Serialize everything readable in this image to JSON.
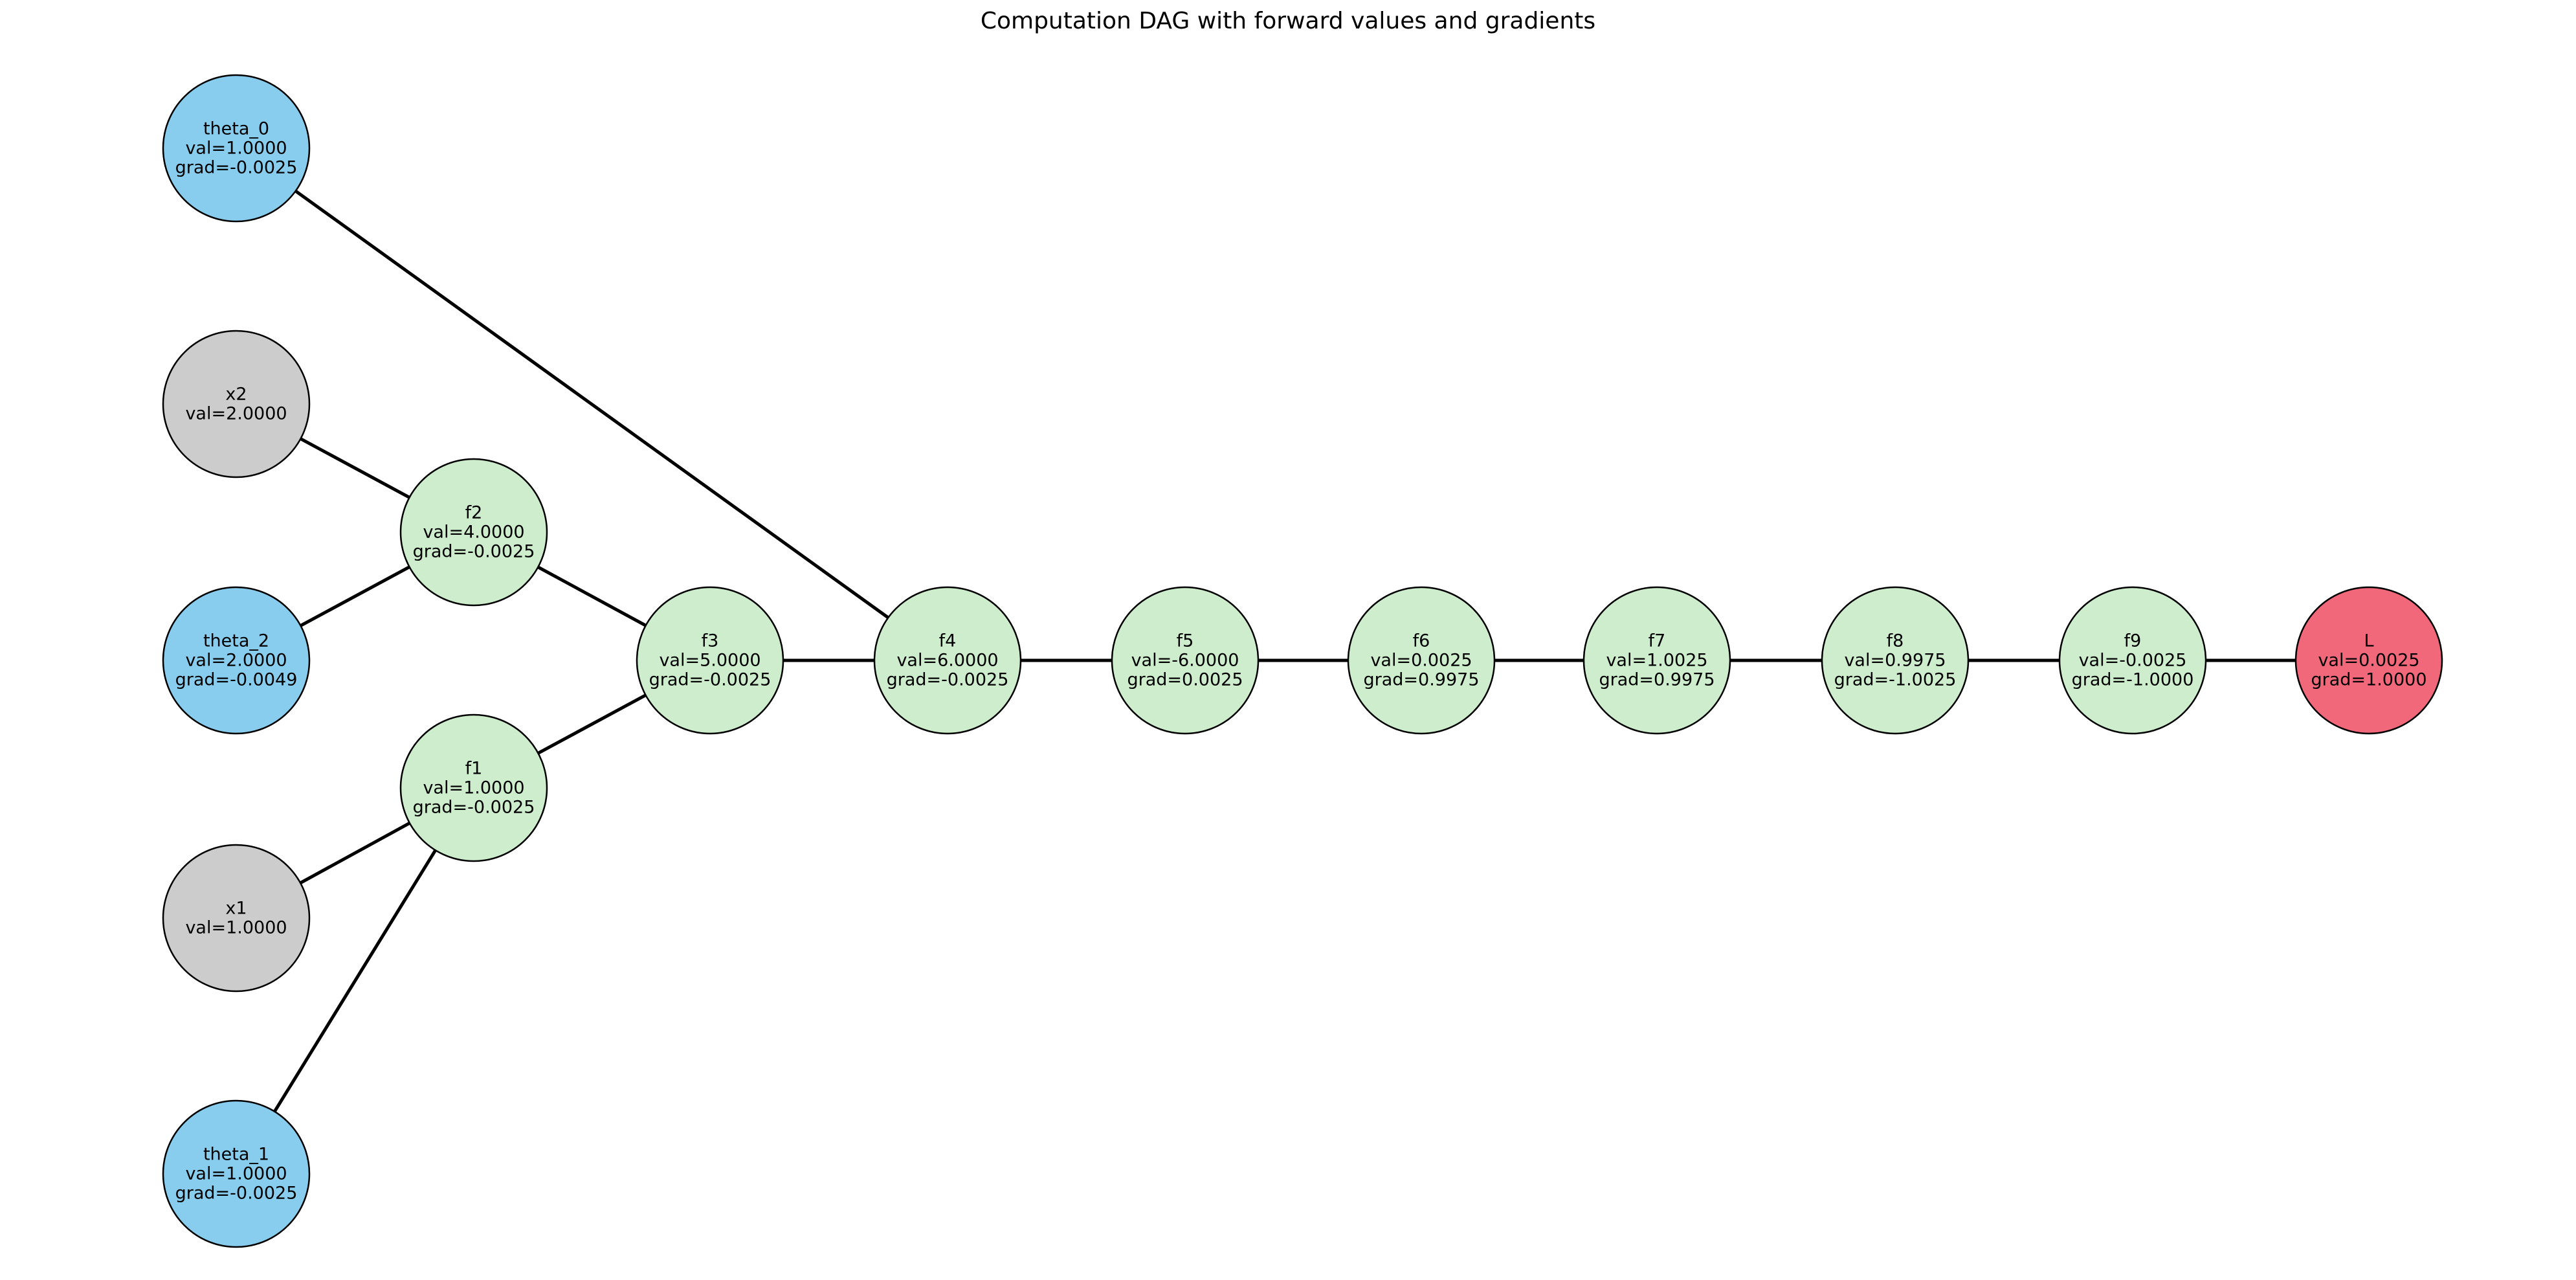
{
  "title": "Computation DAG with forward values and gradients",
  "colors": {
    "param": "#89CDEE",
    "input": "#CCCCCC",
    "op": "#CDEDCD",
    "loss": "#F0687A",
    "edge": "#000000"
  },
  "nodes": [
    {
      "id": "theta_0",
      "kind": "param",
      "val": "val=1.0000",
      "grad": "grad=-0.0025"
    },
    {
      "id": "x2",
      "kind": "input",
      "val": "val=2.0000",
      "grad": null
    },
    {
      "id": "f2",
      "kind": "op",
      "val": "val=4.0000",
      "grad": "grad=-0.0025"
    },
    {
      "id": "theta_2",
      "kind": "param",
      "val": "val=2.0000",
      "grad": "grad=-0.0049"
    },
    {
      "id": "f3",
      "kind": "op",
      "val": "val=5.0000",
      "grad": "grad=-0.0025"
    },
    {
      "id": "f1",
      "kind": "op",
      "val": "val=1.0000",
      "grad": "grad=-0.0025"
    },
    {
      "id": "x1",
      "kind": "input",
      "val": "val=1.0000",
      "grad": null
    },
    {
      "id": "theta_1",
      "kind": "param",
      "val": "val=1.0000",
      "grad": "grad=-0.0025"
    },
    {
      "id": "f4",
      "kind": "op",
      "val": "val=6.0000",
      "grad": "grad=-0.0025"
    },
    {
      "id": "f5",
      "kind": "op",
      "val": "val=-6.0000",
      "grad": "grad=0.0025"
    },
    {
      "id": "f6",
      "kind": "op",
      "val": "val=0.0025",
      "grad": "grad=0.9975"
    },
    {
      "id": "f7",
      "kind": "op",
      "val": "val=1.0025",
      "grad": "grad=0.9975"
    },
    {
      "id": "f8",
      "kind": "op",
      "val": "val=0.9975",
      "grad": "grad=-1.0025"
    },
    {
      "id": "f9",
      "kind": "op",
      "val": "val=-0.0025",
      "grad": "grad=-1.0000"
    },
    {
      "id": "L",
      "kind": "loss",
      "val": "val=0.0025",
      "grad": "grad=1.0000"
    }
  ],
  "edges": [
    [
      "theta_0",
      "f4"
    ],
    [
      "x2",
      "f2"
    ],
    [
      "theta_2",
      "f2"
    ],
    [
      "f2",
      "f3"
    ],
    [
      "f1",
      "f3"
    ],
    [
      "x1",
      "f1"
    ],
    [
      "theta_1",
      "f1"
    ],
    [
      "f3",
      "f4"
    ],
    [
      "f4",
      "f5"
    ],
    [
      "f5",
      "f6"
    ],
    [
      "f6",
      "f7"
    ],
    [
      "f7",
      "f8"
    ],
    [
      "f8",
      "f9"
    ],
    [
      "f9",
      "L"
    ]
  ]
}
